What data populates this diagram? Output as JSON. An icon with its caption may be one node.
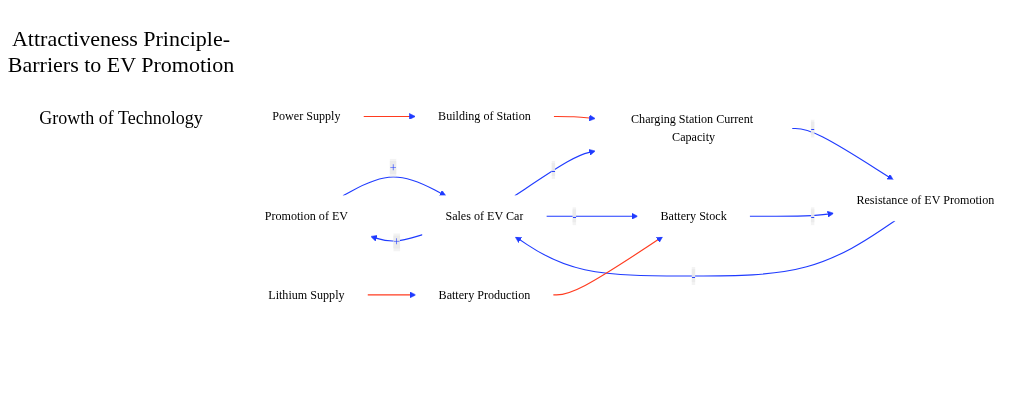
{
  "diagram": {
    "title": "Attractiveness Principle- Barriers to EV Promotion",
    "nodes": [
      {
        "text": [
          "Promotion of EV"
        ]
      },
      {
        "text": [
          "Sales of EV Car"
        ]
      },
      {
        "text": [
          "Charging Station Current Capacity"
        ]
      },
      {
        "text": [
          "Resistance of EV Promotion"
        ]
      },
      {
        "text": [
          "Battery Stock"
        ]
      },
      {
        "text": [
          "Building of Station"
        ]
      },
      {
        "text": [
          "Power Supply"
        ]
      },
      {
        "text": [
          "Lithium Supply"
        ]
      },
      {
        "text": [
          "Battery Production"
        ]
      }
    ],
    "edges": [
      {
        "from": 0,
        "to": 1,
        "arrow": "to",
        "label": "+"
      },
      {
        "from": 1,
        "to": 0,
        "arrow": "to",
        "label": "+"
      },
      {
        "from": 1,
        "to": 2,
        "arrow": "to",
        "label": "-"
      },
      {
        "from": 2,
        "to": 3,
        "arrow": "to",
        "label": "-"
      },
      {
        "from": 3,
        "to": 1,
        "arrow": "to",
        "label": "-"
      },
      {
        "from": 1,
        "to": 4,
        "arrow": "to",
        "label": "-"
      },
      {
        "from": 4,
        "to": 3,
        "arrow": "to",
        "label": "-"
      },
      {
        "from": 5,
        "to": 2,
        "arrow": "to",
        "color": "#ff3b1f"
      },
      {
        "from": 6,
        "to": 5,
        "arrow": "to",
        "color": "#ff3b1f"
      },
      {
        "from": 7,
        "to": 8,
        "arrow": "to",
        "color": "#ff3b1f"
      },
      {
        "from": 8,
        "to": 4,
        "arrow": "to",
        "color": "#ff3b1f"
      }
    ],
    "labels": [
      "Growth of Technology"
    ]
  }
}
